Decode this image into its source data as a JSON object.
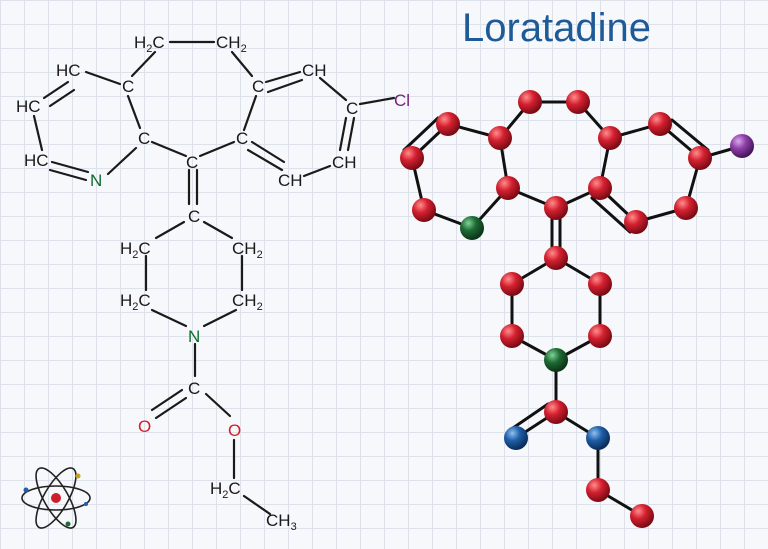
{
  "title": "Loratadine",
  "structural_formula": {
    "atom_labels": {
      "ch2_top_left": "H2C",
      "ch2_top_right": "CH2",
      "hc_pyr_top": "HC",
      "hc_pyr_mid": "HC",
      "hc_pyr_low": "HC",
      "n_pyridine": "N",
      "c_ring_a1": "C",
      "c_ring_a2": "C",
      "c_bridge": "C",
      "c_ring_b1": "C",
      "c_ring_b2": "C",
      "ch_ring_b1": "CH",
      "c_chloro": "C",
      "cl": "Cl",
      "ch_ring_b2": "CH",
      "ch_ring_b3": "CH",
      "c_pip": "C",
      "ch2_pip_ul": "H2C",
      "ch2_pip_ur": "CH2",
      "ch2_pip_ll": "H2C",
      "ch2_pip_lr": "CH2",
      "n_pip": "N",
      "c_carb": "C",
      "o_carbonyl": "O",
      "o_ester": "O",
      "ch2_ethyl": "H2C",
      "ch3": "CH3"
    },
    "colors": {
      "carbon_text": "#1a1a1a",
      "nitrogen_text": "#0e6b2e",
      "oxygen_text": "#d1202a",
      "chlorine_text": "#7a1f7a"
    }
  },
  "ball_and_stick": {
    "colors": {
      "carbon": "#cc1f2b",
      "nitrogen": "#1e6b34",
      "oxygen": "#1f5fa8",
      "chlorine": "#8e3fa8"
    }
  }
}
